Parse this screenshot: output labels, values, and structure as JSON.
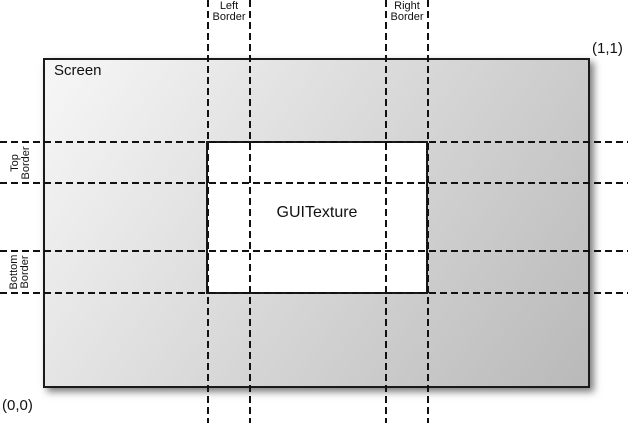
{
  "labels": {
    "screen": "Screen",
    "guitexture": "GUITexture",
    "coord_top_right": "(1,1)",
    "coord_bottom_left": "(0,0)",
    "left_border": {
      "line1": "Left",
      "line2": "Border"
    },
    "right_border": {
      "line1": "Right",
      "line2": "Border"
    },
    "top_border": {
      "line1": "Top",
      "line2": "Border"
    },
    "bottom_border": {
      "line1": "Bottom",
      "line2": "Border"
    }
  },
  "colors": {
    "line_color": "#111111",
    "border_color": "#1a1a1a",
    "screen_grad_start": "#f7f7f7",
    "screen_grad_end": "#b9b9b9",
    "texture_fill": "#ffffff",
    "text_color": "#111111",
    "canvas_bg": "#ffffff"
  }
}
